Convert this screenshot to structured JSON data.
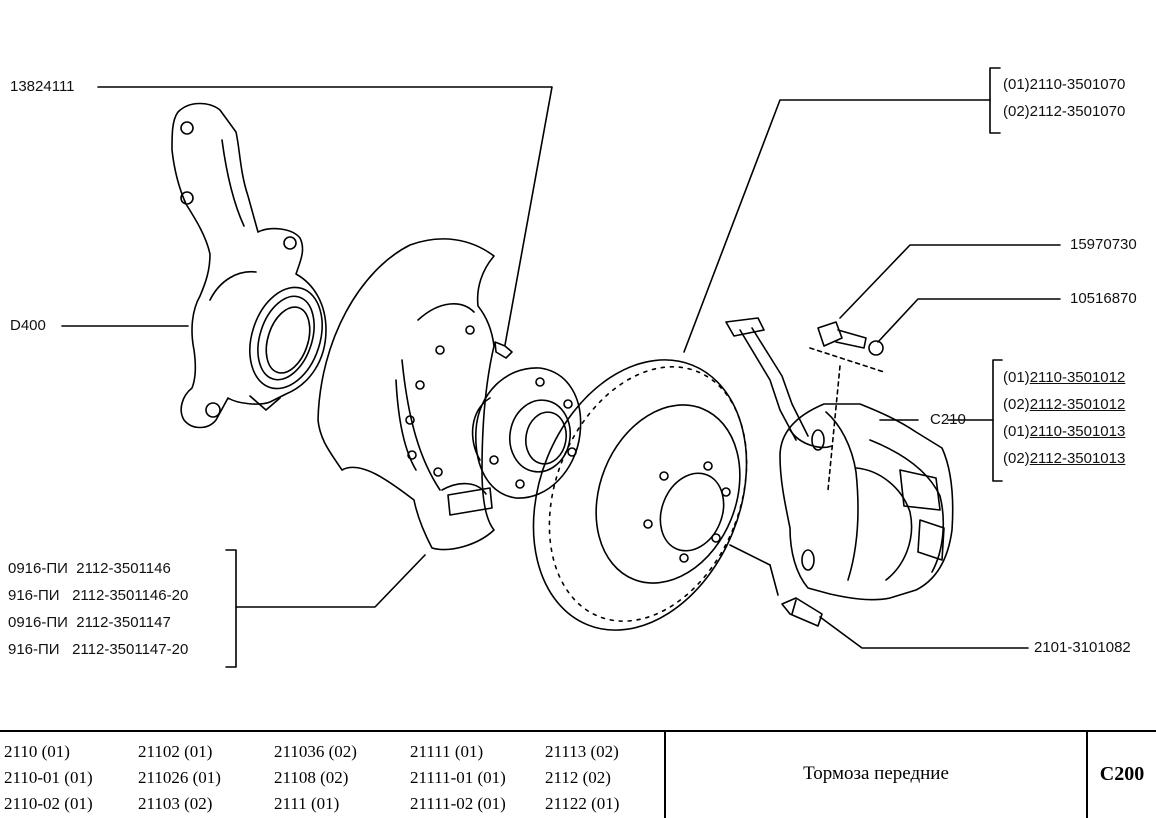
{
  "callouts": {
    "knuckle_bolt": "13824111",
    "knuckle": "D400",
    "disc_top": [
      "(01)2110-3501070",
      "(02)2112-3501070"
    ],
    "bolt": "15970730",
    "washer": "10516870",
    "caliper_label": "C210",
    "caliper_prefix": [
      "(01)",
      "(02)",
      "(01)",
      "(02)"
    ],
    "caliper_parts": [
      "2110-3501012",
      "2112-3501012",
      "2110-3501013",
      "2112-3501013"
    ],
    "shield": [
      "0916-ПИ  2112-3501146",
      "916-ПИ   2112-3501146-20",
      "0916-ПИ  2112-3501147",
      "916-ПИ   2112-3501147-20"
    ],
    "guide_pin": "2101-3101082"
  },
  "models": [
    [
      "2110 (01)",
      "2110-01 (01)",
      "2110-02 (01)"
    ],
    [
      "21102 (01)",
      "211026 (01)",
      "21103 (02)"
    ],
    [
      "211036 (02)",
      "21108 (02)",
      "2111 (01)"
    ],
    [
      "21111 (01)",
      "21111-01 (01)",
      "21111-02 (01)"
    ],
    [
      "21113 (02)",
      "2112 (02)",
      "21122 (01)"
    ]
  ],
  "title": "Тормоза передние",
  "code": "C200"
}
